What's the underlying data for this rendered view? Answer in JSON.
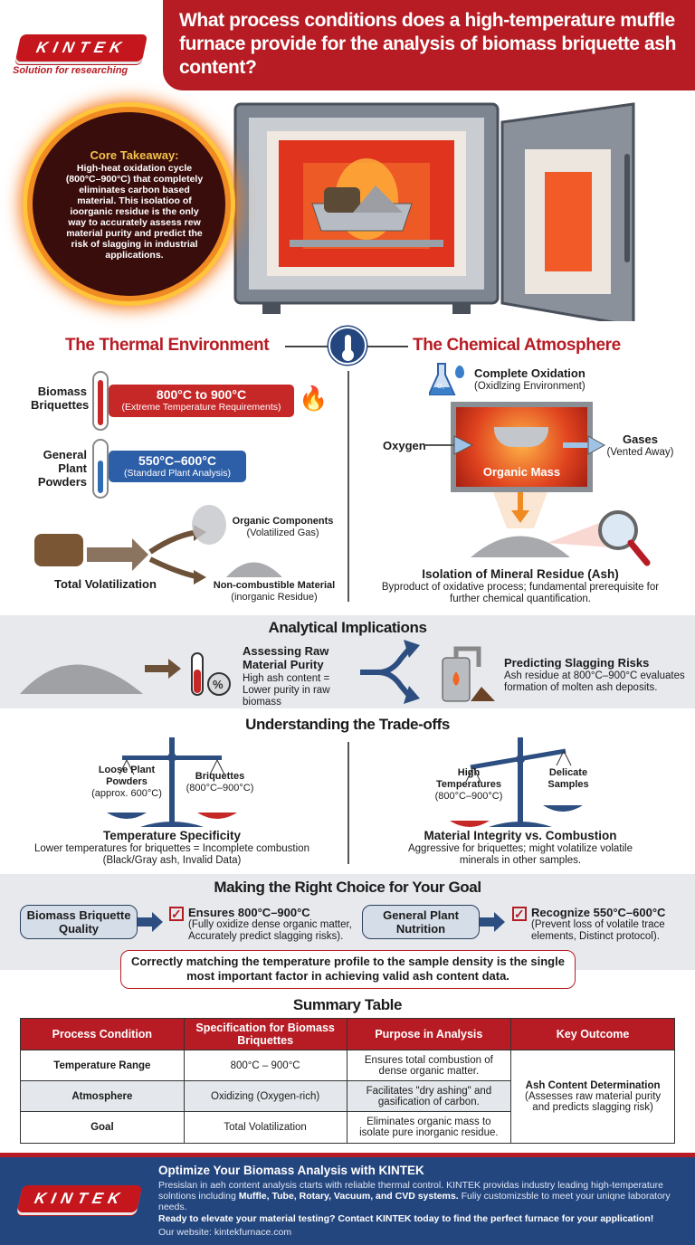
{
  "header": {
    "title": "What process conditions does a high-temperature muffle furnace provide for the analysis of biomass briquette ash content?",
    "logo": "KINTEK",
    "tagline": "Solution for researching"
  },
  "core_takeaway": {
    "title": "Core Takeaway:",
    "text": "High-heat oxidation cycle (800°C–900°C) that completely eliminates carbon based material. This isolatioo of ioorganic residue is the only way to accurately assess rew material purity and predict the risk of slagging in industrial applications."
  },
  "thermal": {
    "title": "The Thermal Environment",
    "briquettes": {
      "label": "Biomass Briquettes",
      "range": "800°C to 900°C",
      "note": "(Extreme Temperature Requirements)"
    },
    "powders": {
      "label": "General Plant Powders",
      "range": "550°C–600°C",
      "note": "(Standard Plant Analysis)"
    },
    "volatilization": {
      "label": "Total Volatilization",
      "organic": "Organic Components",
      "organic_note": "(Volatilized Gas)",
      "residue": "Non-combustible Material",
      "residue_note": "(inorganic Residue)"
    }
  },
  "chemical": {
    "title": "The Chemical Atmosphere",
    "oxidation": "Complete Oxidation",
    "oxidation_note": "(Oxidlzing Environment)",
    "flask_label": "O₂",
    "oxygen": "Oxygen",
    "gases": "Gases",
    "gases_note": "(Vented Away)",
    "organic_mass": "Organic Mass",
    "isolation": "Isolation of Mineral Residue (Ash)",
    "isolation_note": "Byproduct of oxidative process; fundamental prerequisite for further chemical quantification."
  },
  "implications": {
    "title": "Analytical Implications",
    "purity_title": "Assessing Raw Material Purity",
    "purity_text": "High ash content = Lower purity in raw biomass",
    "slag_title": "Predicting Slagging Risks",
    "slag_text": "Ash residue at 800°C–900°C evaluates formation of molten ash deposits."
  },
  "tradeoffs": {
    "title": "Understanding the Trade-offs",
    "left": {
      "a": "Loose Plant Powders",
      "a_note": "(approx. 600°C)",
      "b": "Briquettes",
      "b_note": "(800°C–900°C)",
      "title": "Temperature Specificity",
      "text": "Lower temperatures for briquettes = Incomplete combustion",
      "text2": "(Black/Gray ash, Invalid Data)"
    },
    "right": {
      "a": "High Temperatures",
      "a_note": "(800°C–900°C)",
      "b": "Delicate Samples",
      "title": "Material Integrity vs. Combustion",
      "text": "Aggressive for briquettes; might volatilize volatile minerals in other samples."
    }
  },
  "choice": {
    "title": "Making the Right Choice for Your Goal",
    "goal1": "Biomass Briquette Quality",
    "result1": "Ensures 800°C–900°C",
    "result1_note": "(Fully oxidize dense organic matter, Accurately predict slagging risks).",
    "goal2": "General Plant Nutrition",
    "result2": "Recognize 550°C–600°C",
    "result2_note": "(Prevent loss of volatile trace elements, Distinct protocol).",
    "callout": "Correctly matching the temperature profile to the sample density is the single most important factor in achieving valid ash content data."
  },
  "summary": {
    "title": "Summary Table",
    "headers": [
      "Process Condition",
      "Specification for Biomass Briquettes",
      "Purpose in Analysis",
      "Key Outcome"
    ],
    "rows": [
      [
        "Temperature Range",
        "800°C – 900°C",
        "Ensures total combustion of dense organic matter."
      ],
      [
        "Atmosphere",
        "Oxidizing (Oxygen-rich)",
        "Facilitates \"dry ashing\" and gasification of carbon."
      ],
      [
        "Goal",
        "Total Volatilization",
        "Eliminates organic mass to isolate pure inorganic residue."
      ]
    ],
    "outcome_title": "Ash Content Determination",
    "outcome_text": "(Assesses raw material purity and predicts slagging risk)"
  },
  "footer": {
    "logo": "KINTEK",
    "title": "Optimize Your Biomass Analysis with KINTEK",
    "text1": "Presislan in aeh content analysis ctarts with reliable thermal control. KINTEK providas industry leading high-temperature solntions including ",
    "text_bold": "Muffle, Tube, Rotary, Vacuum, and CVD systems.",
    "text2": " Fuliy customizsble to meet your uniqne laboratory needs.",
    "cta": "Ready to elevate your material testing? Contact KINTEK today to find the perfect furnace for your application!",
    "website": "Our website: kintekfurnace.com"
  },
  "colors": {
    "red": "#b71c24",
    "blue": "#24467f",
    "band": "#e7e9ed"
  }
}
